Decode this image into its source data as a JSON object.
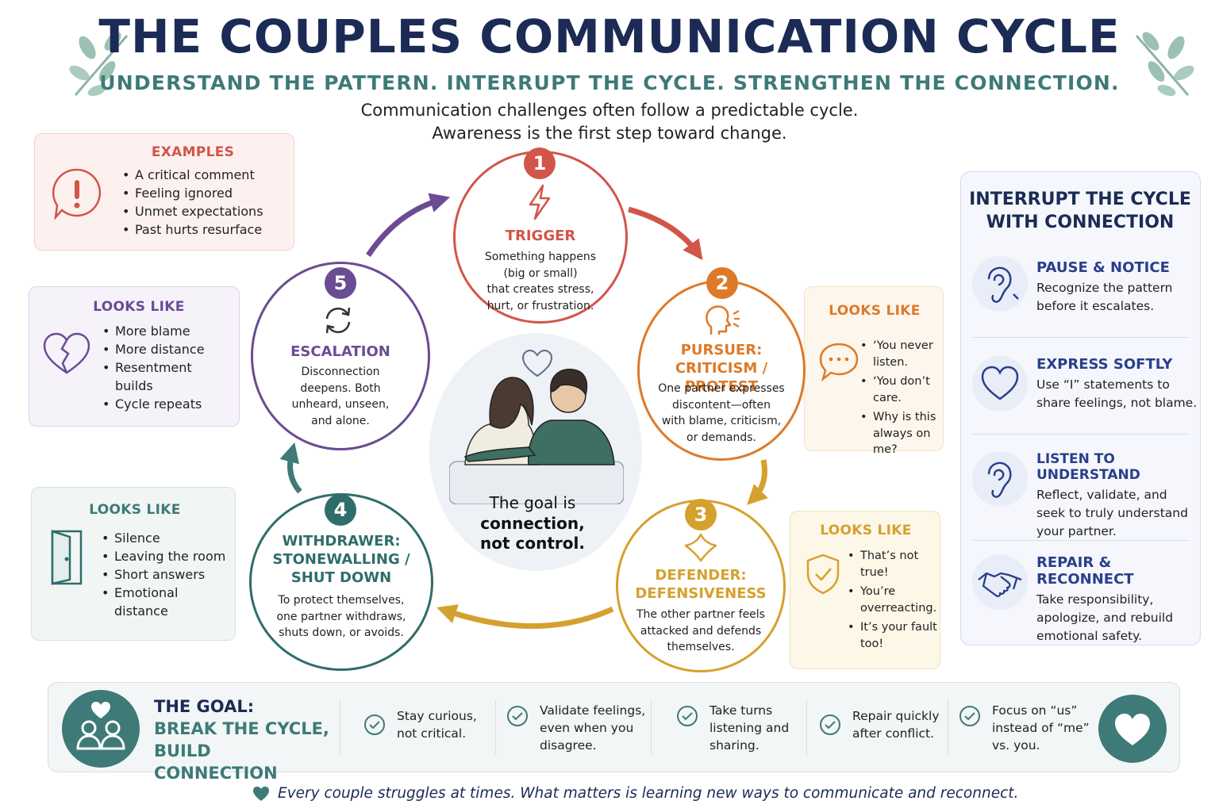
{
  "header": {
    "title": "THE COUPLES COMMUNICATION CYCLE",
    "subtitle": "UNDERSTAND THE PATTERN. INTERRUPT THE CYCLE.  STRENGTHEN THE CONNECTION.",
    "intro_line1": "Communication challenges often follow a predictable cycle.",
    "intro_line2": "Awareness is the first step toward change."
  },
  "examples": {
    "title": "EXAMPLES",
    "items": [
      "A critical comment",
      "Feeling ignored",
      "Unmet expectations",
      "Past hurts resurface"
    ]
  },
  "stages": [
    {
      "num": "1",
      "title": "TRIGGER",
      "desc": [
        "Something happens",
        "(big or small)",
        "that creates stress,",
        "hurt, or frustration."
      ],
      "color": "#d2554a"
    },
    {
      "num": "2",
      "title": [
        "PURSUER:",
        "CRITICISM / PROTEST"
      ],
      "desc": [
        "One partner expresses",
        "discontent—often",
        "with blame, criticism,",
        "or demands."
      ],
      "color": "#dd7a2a"
    },
    {
      "num": "3",
      "title": [
        "DEFENDER:",
        "DEFENSIVENESS"
      ],
      "desc": [
        "The other partner feels",
        "attacked and defends",
        "themselves."
      ],
      "color": "#d5a12e"
    },
    {
      "num": "4",
      "title": [
        "WITHDRAWER:",
        "STONEWALLING /",
        "SHUT DOWN"
      ],
      "desc": [
        "To protect themselves,",
        "one partner withdraws,",
        "shuts down, or avoids."
      ],
      "color": "#2f6d6b"
    },
    {
      "num": "5",
      "title": "ESCALATION",
      "desc": [
        "Disconnection",
        "deepens. Both",
        "unheard, unseen,",
        "and alone."
      ],
      "color": "#6a4c93"
    }
  ],
  "looks_like_pursuer": {
    "title": "LOOKS LIKE",
    "items": [
      "‘You never listen.",
      "‘You don’t care.",
      "Why is this always on me?"
    ]
  },
  "looks_like_defender": {
    "title": "LOOKS LIKE",
    "items": [
      "That’s not true!",
      "You’re overreacting.",
      "It’s your fault too!"
    ]
  },
  "looks_like_withdrawer": {
    "title": "LOOKS LIKE",
    "items": [
      "Silence",
      "Leaving the room",
      "Short answers",
      "Emotional distance"
    ]
  },
  "looks_like_escalation": {
    "title": "LOOKS LIKE",
    "items": [
      "More blame",
      "More distance",
      "Resentment builds",
      "Cycle repeats"
    ]
  },
  "center": {
    "line1": "The goal is",
    "line2": "connection,",
    "line3": "not control."
  },
  "repair_panel": {
    "title_line1": "INTERRUPT THE CYCLE",
    "title_line2": "WITH CONNECTION",
    "items": [
      {
        "title": "PAUSE & NOTICE",
        "desc": [
          "Recognize the pattern",
          "before it escalates."
        ],
        "icon": "ear-icon"
      },
      {
        "title": "EXPRESS SOFTLY",
        "desc": [
          "Use “I” statements to",
          "share feelings, not blame."
        ],
        "icon": "heart-icon"
      },
      {
        "title": "LISTEN TO UNDERSTAND",
        "desc": [
          "Reflect, validate, and",
          "seek to truly understand",
          "your partner."
        ],
        "icon": "ear-icon"
      },
      {
        "title": "REPAIR & RECONNECT",
        "desc": [
          "Take responsibility,",
          "apologize, and rebuild",
          "emotional safety."
        ],
        "icon": "handshake-icon"
      }
    ]
  },
  "goal": {
    "label": "THE GOAL:",
    "line1": "BREAK THE CYCLE,",
    "line2": "BUILD CONNECTION",
    "items": [
      [
        "Stay curious,",
        "not critical."
      ],
      [
        "Validate feelings,",
        "even when you",
        "disagree."
      ],
      [
        "Take turns",
        "listening and",
        "sharing."
      ],
      [
        "Repair quickly",
        "after conflict."
      ],
      [
        "Focus on “us”",
        "instead of “me”",
        "vs. you."
      ]
    ]
  },
  "footer": "Every couple struggles at times. What matters is learning new ways to communicate and reconnect.",
  "colors": {
    "navy": "#1b2b55",
    "teal": "#3d7a78",
    "red": "#d2554a",
    "orange": "#dd7a2a",
    "gold": "#d5a12e",
    "green": "#2f6d6b",
    "purple": "#6a4c93",
    "blue": "#2a3f8a"
  }
}
